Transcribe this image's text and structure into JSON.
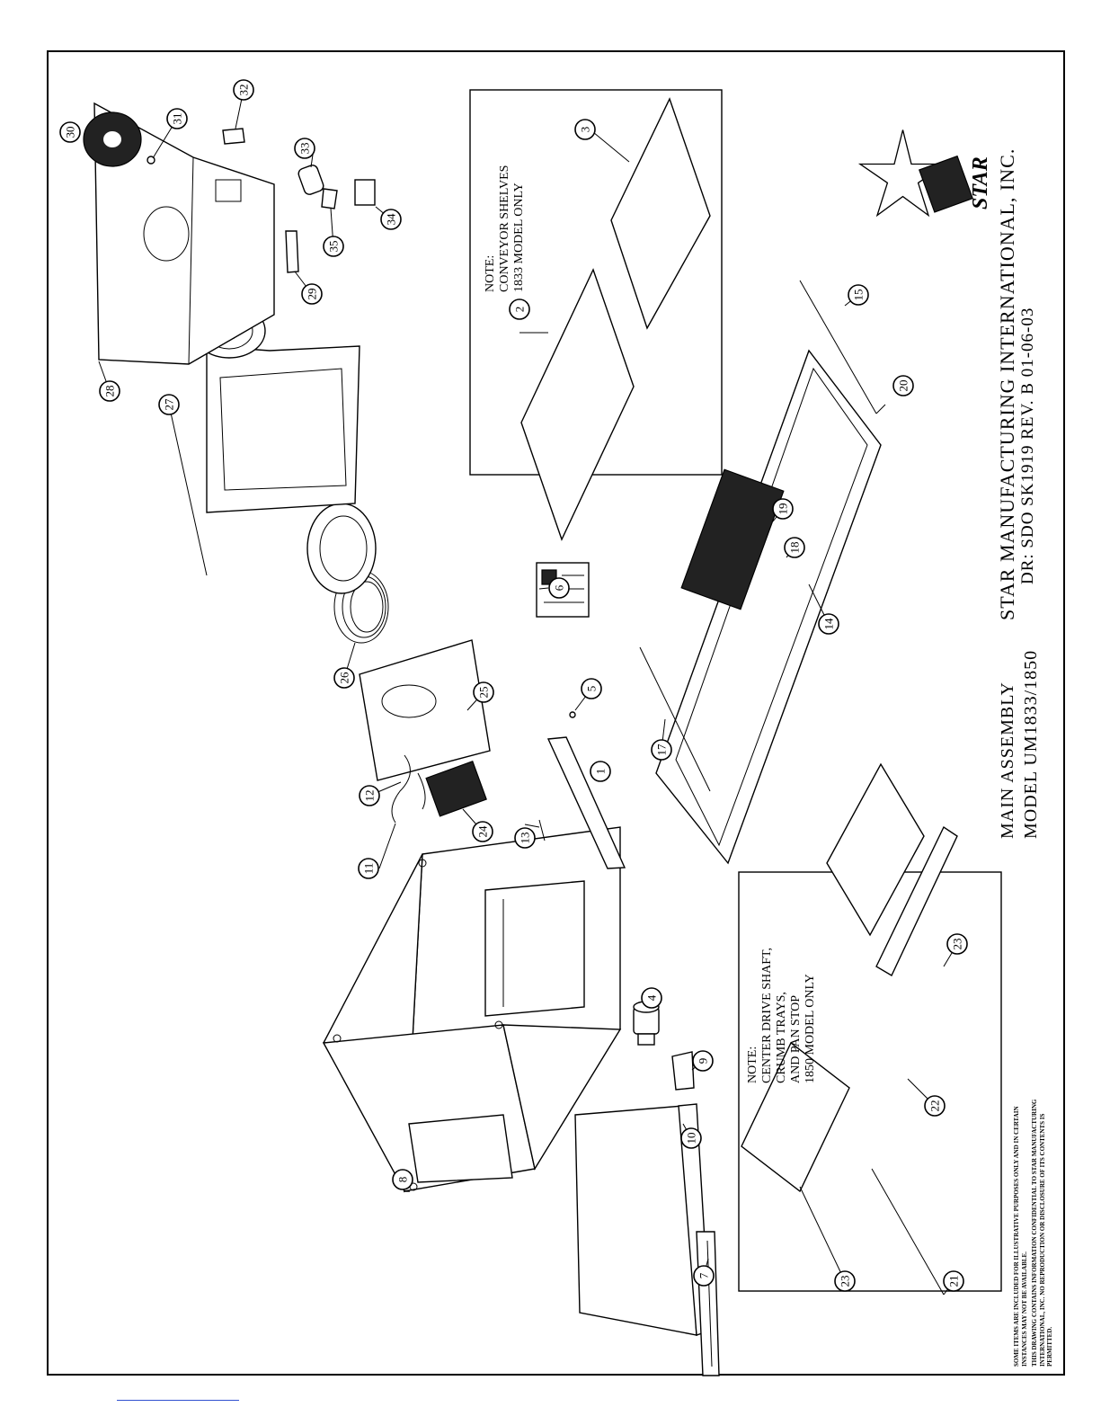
{
  "title_block": {
    "company": "STAR MANUFACTURING INTERNATIONAL, INC.",
    "drawing_ref": "DR: SDO SK1919 REV. B 01-06-03",
    "assembly": "MAIN ASSEMBLY",
    "model": "MODEL UM1833/1850",
    "logo_text": "STAR"
  },
  "notes": {
    "conveyor_note": [
      "NOTE:",
      "CONVEYOR SHELVES",
      "1833 MODEL ONLY"
    ],
    "center_note": [
      "NOTE:",
      "CENTER DRIVE SHAFT,",
      "CRUMB TRAYS,",
      "AND PAN STOP",
      "1850 MODEL ONLY"
    ]
  },
  "disclaimer": [
    "SOME ITEMS ARE INCLUDED FOR ILLUSTRATIVE PURPOSES ONLY AND IN CERTAIN",
    "INSTANCES MAY NOT BE AVAILABLE.",
    "THIS DRAWING CONTAINS INFORMATION CONFIDENTIAL TO STAR MANUFACTURING",
    "INTERNATIONAL, INC. NO REPRODUCTION OR DISCLOSURE OF ITS CONTENTS IS",
    "PERMITTED."
  ],
  "callouts": [
    "1",
    "2",
    "3",
    "4",
    "5",
    "6",
    "7",
    "8",
    "9",
    "10",
    "11",
    "12",
    "13",
    "14",
    "15",
    "17",
    "18",
    "19",
    "20",
    "21",
    "22",
    "23",
    "23",
    "24",
    "25",
    "26",
    "27",
    "28",
    "29",
    "30",
    "31",
    "32",
    "33",
    "34",
    "35"
  ]
}
